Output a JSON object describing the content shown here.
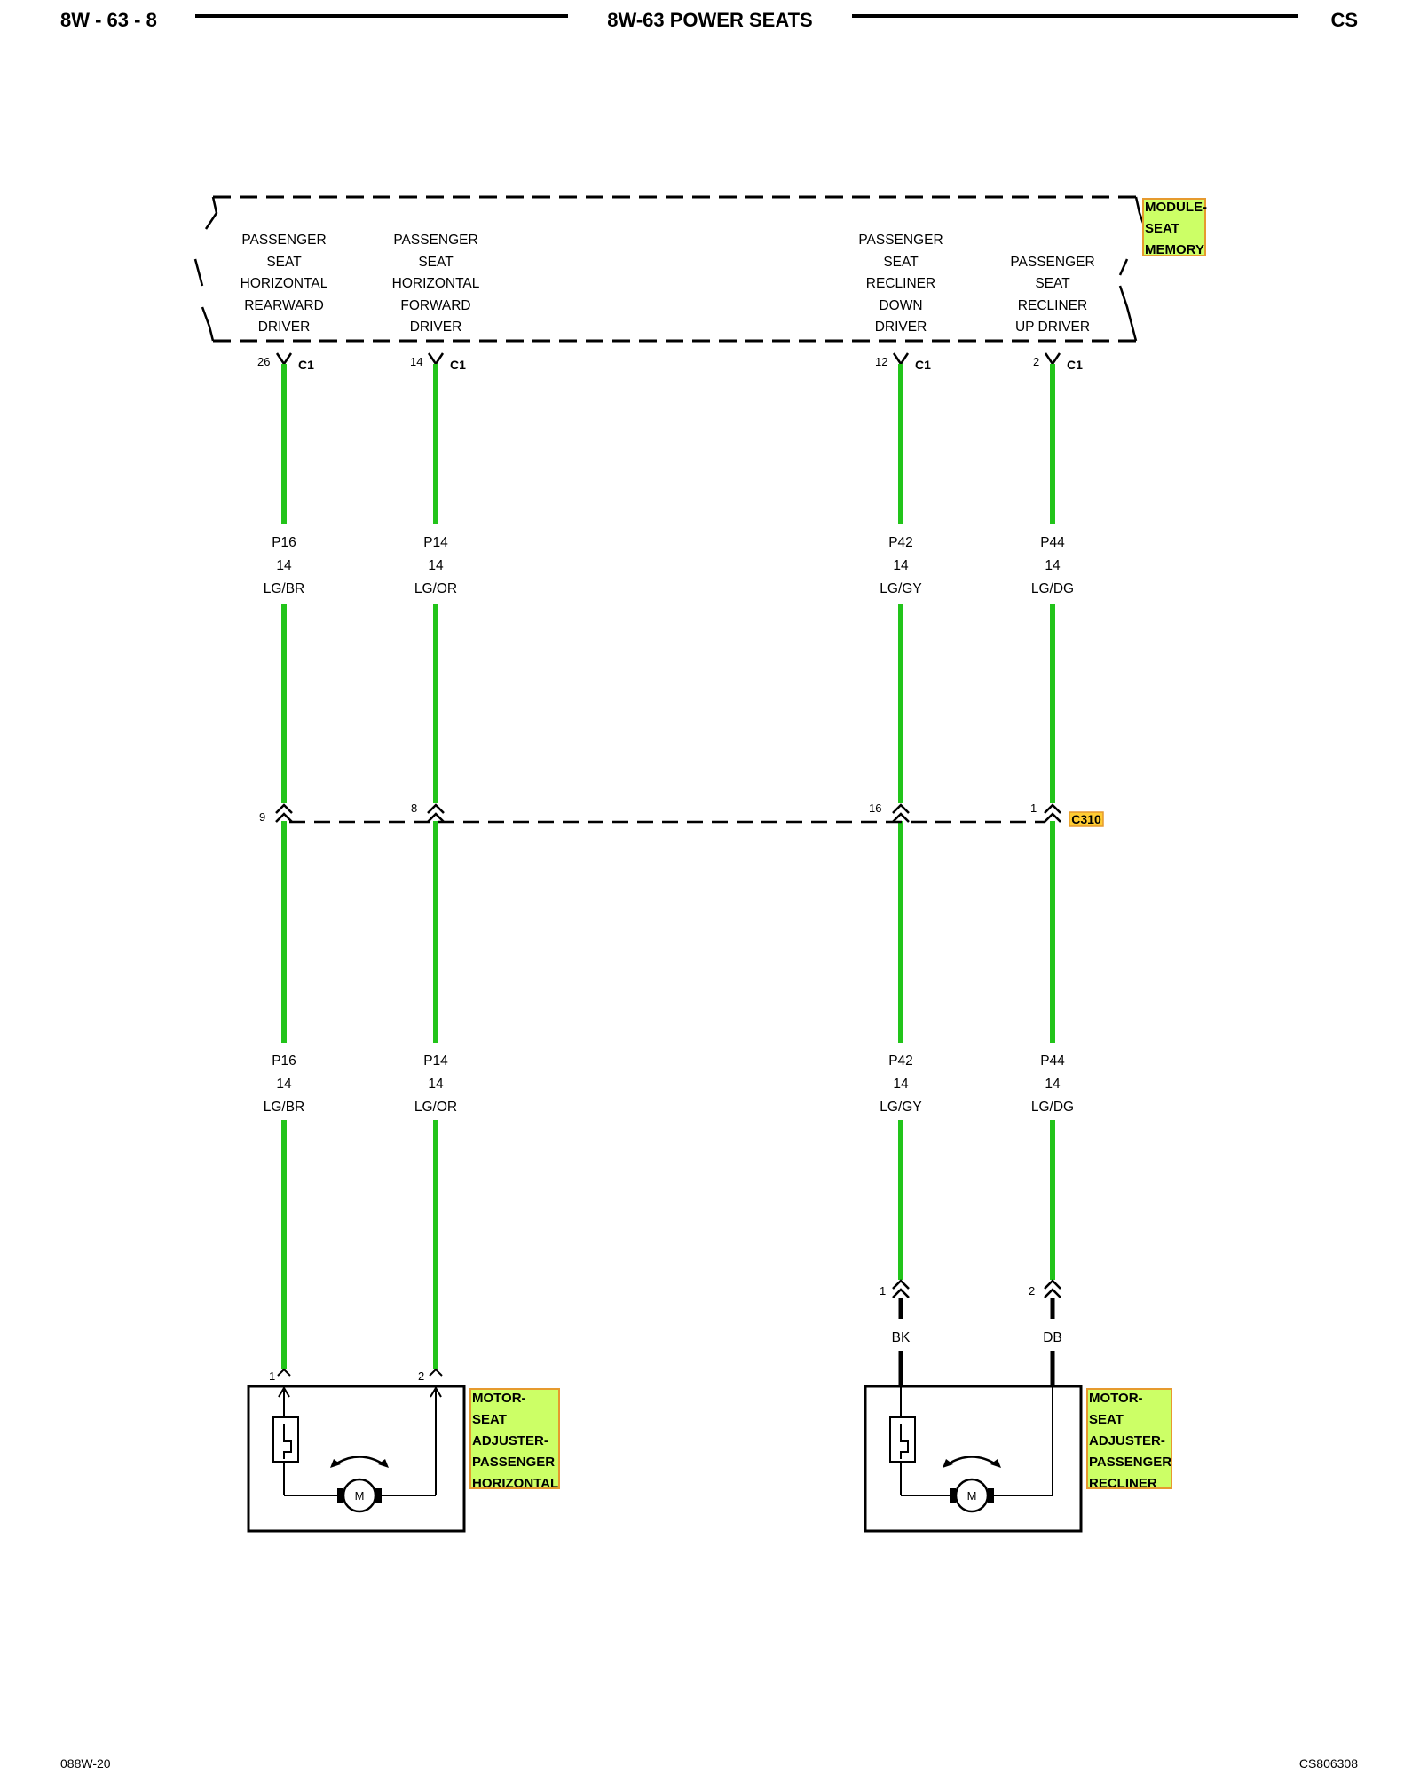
{
  "header": {
    "page_number": "8W - 63 - 8",
    "title": "8W-63 POWER SEATS",
    "code": "CS"
  },
  "footer": {
    "left": "088W-20",
    "right": "CS806308"
  },
  "colors": {
    "wire": "#22c41a",
    "highlight_fill": "#ccff66",
    "highlight_border": "#e69a2e",
    "connector_fill": "#ffcc33",
    "line": "#000000"
  },
  "module": {
    "name_lines": [
      "MODULE-",
      "SEAT",
      "MEMORY"
    ],
    "connector": "C1"
  },
  "splice": {
    "name": "C310"
  },
  "circuits": [
    {
      "id": "rear",
      "func_lines": [
        "PASSENGER",
        "SEAT",
        "HORIZONTAL",
        "REARWARD",
        "DRIVER"
      ],
      "module_pin": "26",
      "module_connector": "C1",
      "wire_upper": {
        "circuit": "P16",
        "gauge": "14",
        "color": "LG/BR"
      },
      "c310_pin": "9",
      "wire_lower": {
        "circuit": "P16",
        "gauge": "14",
        "color": "LG/BR"
      },
      "motor_pin": "1"
    },
    {
      "id": "fwd",
      "func_lines": [
        "PASSENGER",
        "SEAT",
        "HORIZONTAL",
        "FORWARD",
        "DRIVER"
      ],
      "module_pin": "14",
      "module_connector": "C1",
      "wire_upper": {
        "circuit": "P14",
        "gauge": "14",
        "color": "LG/OR"
      },
      "c310_pin": "8",
      "wire_lower": {
        "circuit": "P14",
        "gauge": "14",
        "color": "LG/OR"
      },
      "motor_pin": "2"
    },
    {
      "id": "down",
      "func_lines": [
        "PASSENGER",
        "SEAT",
        "RECLINER",
        "DOWN",
        "DRIVER"
      ],
      "module_pin": "12",
      "module_connector": "C1",
      "wire_upper": {
        "circuit": "P42",
        "gauge": "14",
        "color": "LG/GY"
      },
      "c310_pin": "16",
      "wire_lower": {
        "circuit": "P42",
        "gauge": "14",
        "color": "LG/GY"
      },
      "extra_connector_pin": "1",
      "motor_wire_color": "BK"
    },
    {
      "id": "up",
      "func_lines": [
        "PASSENGER",
        "SEAT",
        "RECLINER",
        "UP DRIVER"
      ],
      "module_pin": "2",
      "module_connector": "C1",
      "wire_upper": {
        "circuit": "P44",
        "gauge": "14",
        "color": "LG/DG"
      },
      "c310_pin": "1",
      "wire_lower": {
        "circuit": "P44",
        "gauge": "14",
        "color": "LG/DG"
      },
      "extra_connector_pin": "2",
      "motor_wire_color": "DB"
    }
  ],
  "motors": [
    {
      "id": "horizontal",
      "name_lines": [
        "MOTOR-",
        "SEAT",
        "ADJUSTER-",
        "PASSENGER",
        "HORIZONTAL"
      ],
      "symbol": "M"
    },
    {
      "id": "recliner",
      "name_lines": [
        "MOTOR-",
        "SEAT",
        "ADJUSTER-",
        "PASSENGER",
        "RECLINER"
      ],
      "symbol": "M"
    }
  ]
}
